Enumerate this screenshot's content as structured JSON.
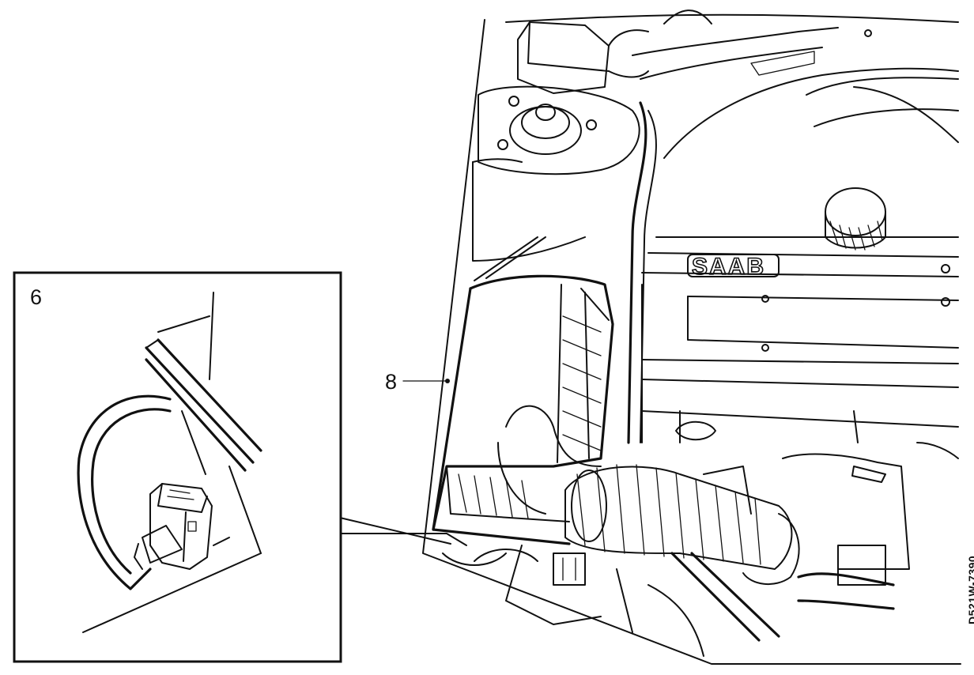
{
  "figure": {
    "inset_number": "6",
    "callout_number": "8",
    "document_reference": "D521W-7390",
    "logo_text": "SAAB"
  }
}
